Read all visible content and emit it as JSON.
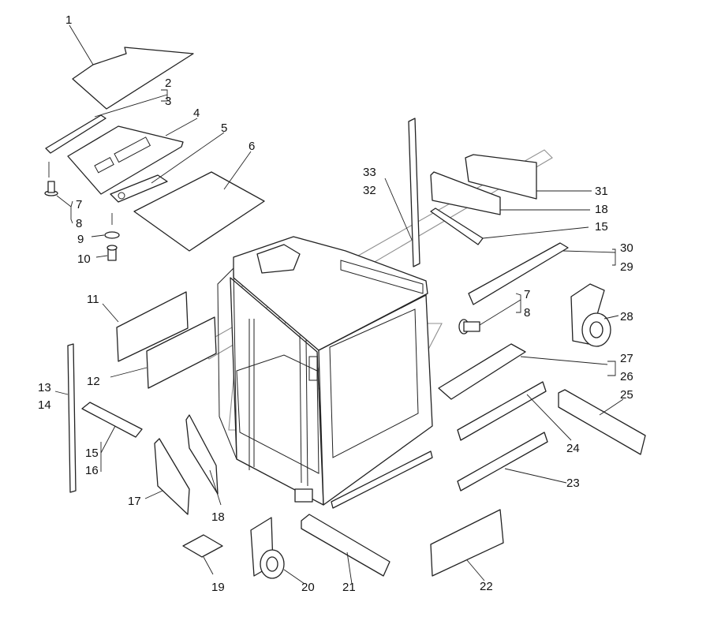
{
  "labels": {
    "l1": "1",
    "l2": "2",
    "l3": "3",
    "l4": "4",
    "l5": "5",
    "l6": "6",
    "l7a": "7",
    "l8a": "8",
    "l9": "9",
    "l10": "10",
    "l11": "11",
    "l12": "12",
    "l13": "13",
    "l14": "14",
    "l15a": "15",
    "l16": "16",
    "l17": "17",
    "l18a": "18",
    "l19": "19",
    "l20": "20",
    "l21": "21",
    "l22": "22",
    "l23": "23",
    "l24": "24",
    "l25": "25",
    "l26": "26",
    "l27": "27",
    "l28": "28",
    "l29": "29",
    "l30": "30",
    "l31": "31",
    "l32": "32",
    "l33": "33",
    "l7b": "7",
    "l8b": "8",
    "l15b": "15",
    "l18b": "18"
  }
}
